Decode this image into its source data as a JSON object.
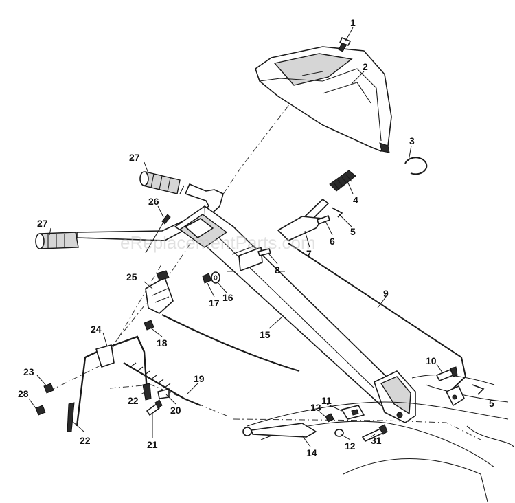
{
  "watermark": "eReplacementParts.com",
  "callouts": [
    {
      "id": "c1",
      "label": "1"
    },
    {
      "id": "c2",
      "label": "2"
    },
    {
      "id": "c3",
      "label": "3"
    },
    {
      "id": "c4",
      "label": "4"
    },
    {
      "id": "c5a",
      "label": "5"
    },
    {
      "id": "c5b",
      "label": "5"
    },
    {
      "id": "c6",
      "label": "6"
    },
    {
      "id": "c7",
      "label": "7"
    },
    {
      "id": "c8",
      "label": "8"
    },
    {
      "id": "c9",
      "label": "9"
    },
    {
      "id": "c10",
      "label": "10"
    },
    {
      "id": "c11",
      "label": "11"
    },
    {
      "id": "c12",
      "label": "12"
    },
    {
      "id": "c13",
      "label": "13"
    },
    {
      "id": "c14",
      "label": "14"
    },
    {
      "id": "c15",
      "label": "15"
    },
    {
      "id": "c16",
      "label": "16"
    },
    {
      "id": "c17",
      "label": "17"
    },
    {
      "id": "c18",
      "label": "18"
    },
    {
      "id": "c19",
      "label": "19"
    },
    {
      "id": "c20",
      "label": "20"
    },
    {
      "id": "c21",
      "label": "21"
    },
    {
      "id": "c22a",
      "label": "22"
    },
    {
      "id": "c22b",
      "label": "22"
    },
    {
      "id": "c23",
      "label": "23"
    },
    {
      "id": "c24",
      "label": "24"
    },
    {
      "id": "c25",
      "label": "25"
    },
    {
      "id": "c26",
      "label": "26"
    },
    {
      "id": "c27a",
      "label": "27"
    },
    {
      "id": "c27b",
      "label": "27"
    },
    {
      "id": "c28",
      "label": "28"
    },
    {
      "id": "c31",
      "label": "31"
    }
  ]
}
